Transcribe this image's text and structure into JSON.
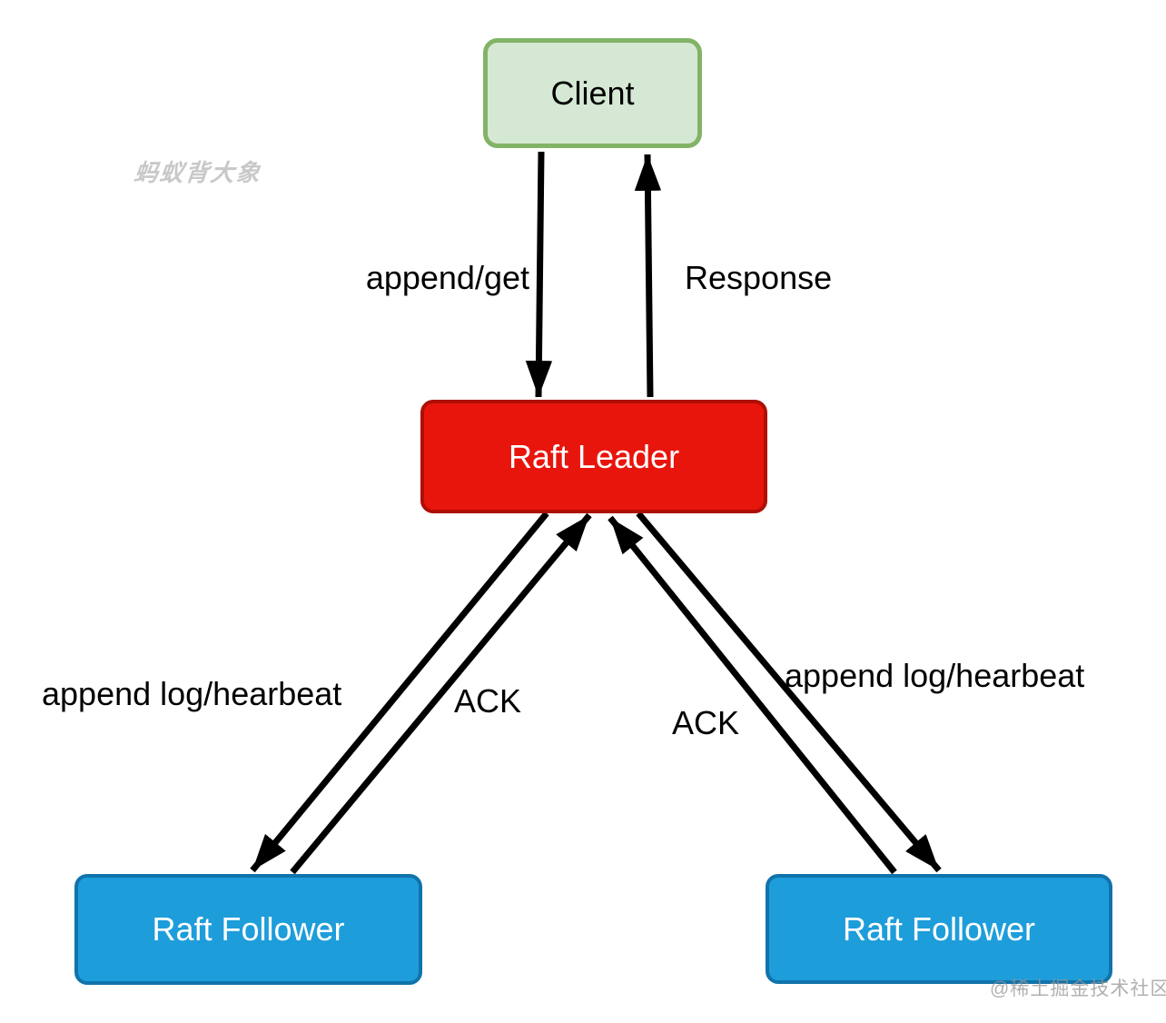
{
  "diagram": {
    "nodes": [
      {
        "id": "client",
        "label": "Client",
        "fill": "#d5e8d4",
        "border": "#82b366",
        "text_color": "#000000"
      },
      {
        "id": "leader",
        "label": "Raft Leader",
        "fill": "#e8150c",
        "border": "#ae0f06",
        "text_color": "#ffffff"
      },
      {
        "id": "follower-left",
        "label": "Raft Follower",
        "fill": "#1e9ddb",
        "border": "#1173ab",
        "text_color": "#ffffff"
      },
      {
        "id": "follower-right",
        "label": "Raft Follower",
        "fill": "#1e9ddb",
        "border": "#1173ab",
        "text_color": "#ffffff"
      }
    ],
    "edges": [
      {
        "label": "append/get",
        "from": "client",
        "to": "leader"
      },
      {
        "label": "Response",
        "from": "leader",
        "to": "client"
      },
      {
        "label": "append log/hearbeat",
        "from": "leader",
        "to": "follower-left"
      },
      {
        "label": "ACK",
        "from": "follower-left",
        "to": "leader"
      },
      {
        "label": "ACK",
        "from": "follower-right",
        "to": "leader"
      },
      {
        "label": "append log/hearbeat",
        "from": "leader",
        "to": "follower-right"
      }
    ],
    "colors": {
      "arrow": "#000000",
      "background": "#ffffff"
    },
    "watermarks": [
      {
        "text": "蚂蚁背大象"
      },
      {
        "text": "@稀土掘金技术社区"
      }
    ]
  }
}
